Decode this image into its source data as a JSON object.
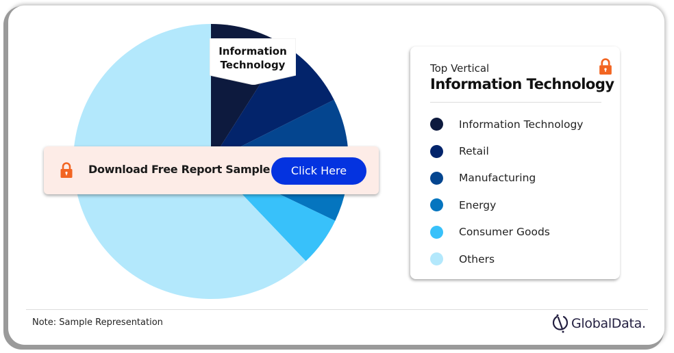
{
  "chart_data": {
    "type": "pie",
    "title": "Top Vertical",
    "highlight": "Information Technology",
    "categories": [
      "Information Technology",
      "Retail",
      "Manufacturing",
      "Energy",
      "Consumer Goods",
      "Others"
    ],
    "values": [
      9.0,
      8.6,
      10.3,
      4.2,
      5.8,
      62.1
    ],
    "unit": "% share (estimated from slice angles)",
    "colors": [
      "#0d1a3e",
      "#03246b",
      "#04458f",
      "#0575bf",
      "#38c1fa",
      "#b3e8fc"
    ],
    "legend_position": "right",
    "start_angle_deg": 0,
    "direction": "clockwise"
  },
  "callout": {
    "line1": "Information",
    "line2": "Technology"
  },
  "banner": {
    "text": "Download Free Report Sample",
    "button_label": "Click Here",
    "lock_icon": "lock-icon",
    "lock_color": "#f26522",
    "background": "#fdece7",
    "button_color": "#0433e0"
  },
  "legend": {
    "subtitle": "Top Vertical",
    "title": "Information Technology",
    "items": [
      {
        "label": "Information Technology",
        "color": "#0d1a3e"
      },
      {
        "label": "Retail",
        "color": "#03246b"
      },
      {
        "label": "Manufacturing",
        "color": "#04458f"
      },
      {
        "label": "Energy",
        "color": "#0575bf"
      },
      {
        "label": "Consumer Goods",
        "color": "#38c1fa"
      },
      {
        "label": "Others",
        "color": "#b3e8fc"
      }
    ]
  },
  "footer": {
    "note": "Note: Sample Representation",
    "brand": "GlobalData."
  }
}
